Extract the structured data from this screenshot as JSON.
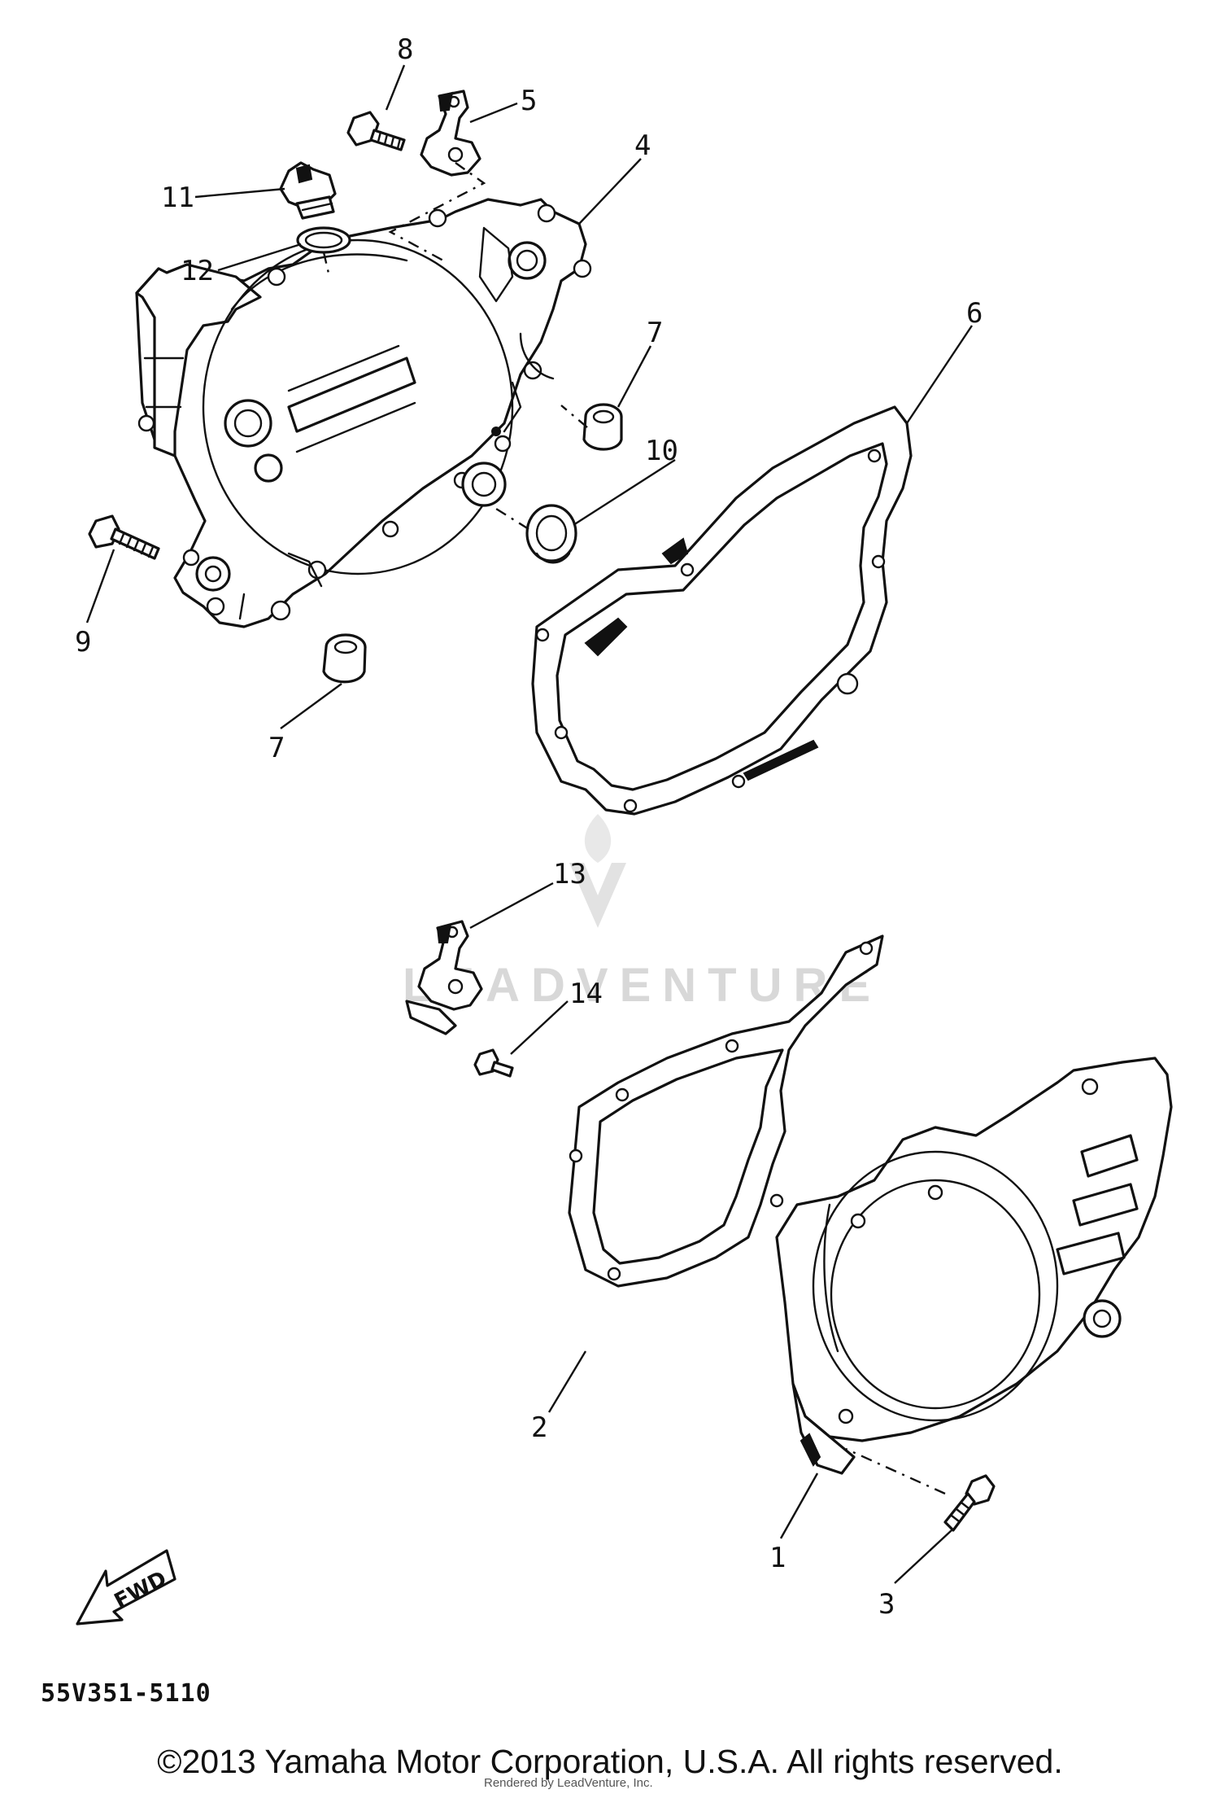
{
  "diagram": {
    "callouts": [
      {
        "id": "1",
        "label": "1"
      },
      {
        "id": "2",
        "label": "2"
      },
      {
        "id": "3",
        "label": "3"
      },
      {
        "id": "4",
        "label": "4"
      },
      {
        "id": "5",
        "label": "5"
      },
      {
        "id": "6",
        "label": "6"
      },
      {
        "id": "7a",
        "label": "7"
      },
      {
        "id": "7b",
        "label": "7"
      },
      {
        "id": "8",
        "label": "8"
      },
      {
        "id": "9",
        "label": "9"
      },
      {
        "id": "10",
        "label": "10"
      },
      {
        "id": "11",
        "label": "11"
      },
      {
        "id": "12",
        "label": "12"
      },
      {
        "id": "13",
        "label": "13"
      },
      {
        "id": "14",
        "label": "14"
      }
    ],
    "direction_arrow": "FWD",
    "diagram_code": "55V351-5110"
  },
  "watermark": {
    "text": "LEADVENTURE"
  },
  "footer": {
    "copyright": "©2013 Yamaha Motor Corporation, U.S.A. All rights reserved.",
    "rendered_by": "Rendered by LeadVenture, Inc."
  }
}
